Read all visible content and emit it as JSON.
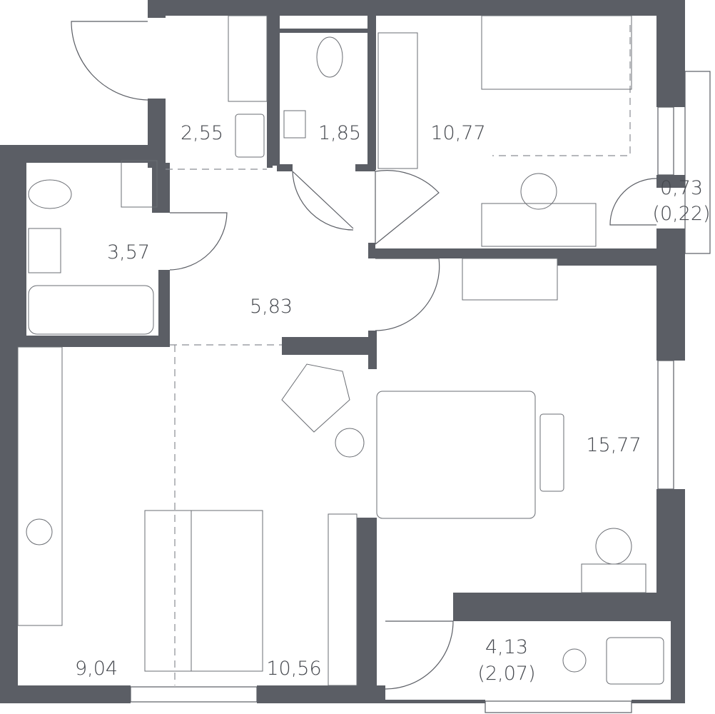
{
  "floor_plan": {
    "colors": {
      "wall": "#5b5e65",
      "line": "#6a6d73",
      "background": "#ffffff"
    },
    "rooms": [
      {
        "id": "hallway-closet",
        "area": "2,55"
      },
      {
        "id": "toilet",
        "area": "1,85"
      },
      {
        "id": "bedroom-small",
        "area": "10,77"
      },
      {
        "id": "balcony-small",
        "area": "0,73",
        "reduced_area": "(0,22)"
      },
      {
        "id": "bathroom",
        "area": "3,57"
      },
      {
        "id": "hallway",
        "area": "5,83"
      },
      {
        "id": "bedroom-large",
        "area": "15,77"
      },
      {
        "id": "loggia",
        "area": "4,13",
        "reduced_area": "(2,07)"
      },
      {
        "id": "kitchen",
        "area": "9,04"
      },
      {
        "id": "living-room",
        "area": "10,56"
      }
    ]
  }
}
